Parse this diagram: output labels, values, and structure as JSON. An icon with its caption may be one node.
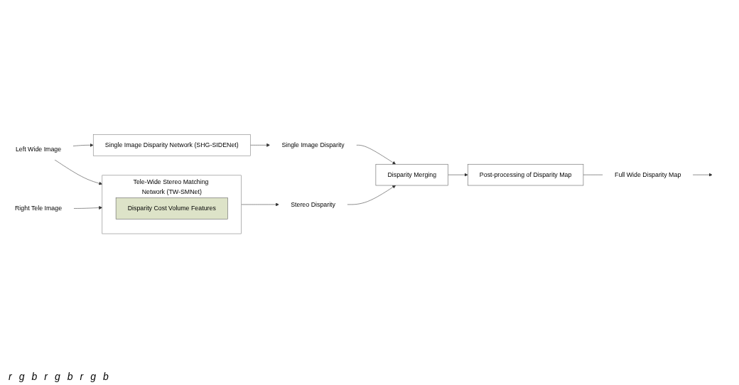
{
  "diagram": {
    "nodes": [
      {
        "text": [
          "Left Wide Image"
        ]
      },
      {
        "text": [
          "Right Tele Image"
        ]
      },
      {
        "text": [
          "Single Image Disparity Network (SHG-SIDENet)"
        ]
      },
      {
        "text": [
          "Tele-Wide Stereo Matching Network (TW-SMNet)"
        ]
      },
      {
        "text": [
          "Disparity Cost Volume Features"
        ],
        "in": 3
      },
      {
        "text": [
          "Single Image Disparity"
        ]
      },
      {
        "text": [
          "Stereo Disparity"
        ]
      },
      {
        "text": [
          "Disparity Merging"
        ]
      },
      {
        "text": [
          "Post-processing of Disparity Map"
        ]
      },
      {
        "text": [
          "Full Wide Disparity Map"
        ]
      }
    ],
    "edges": [
      {
        "from": 0,
        "to": 2,
        "arrow": "to"
      },
      {
        "from": 0,
        "to": 3,
        "arrow": "to"
      },
      {
        "from": 1,
        "to": 3,
        "arrow": "to"
      },
      {
        "from": 2,
        "to": 5,
        "arrow": "to"
      },
      {
        "from": 3,
        "to": 6,
        "arrow": "to"
      },
      {
        "from": 5,
        "to": 7,
        "arrow": "to"
      },
      {
        "from": 6,
        "to": 7,
        "arrow": "to"
      },
      {
        "from": 7,
        "to": 8,
        "arrow": "to"
      },
      {
        "from": 8,
        "to": 9,
        "arrow": "none"
      },
      {
        "from": 9,
        "to": null,
        "arrow": "to"
      }
    ],
    "labels": [
      "r",
      "g",
      "b",
      "r",
      "g",
      "b",
      "r",
      "g",
      "b"
    ]
  }
}
